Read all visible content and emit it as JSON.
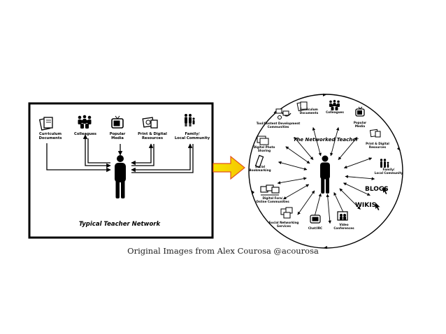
{
  "left_diagram": {
    "title": "Typical Teacher Network",
    "nodes": [
      {
        "label_lines": [
          "Curriculum",
          "Documents"
        ],
        "icon": "documents-icon"
      },
      {
        "label_lines": [
          "Colleagues"
        ],
        "icon": "colleagues-icon"
      },
      {
        "label_lines": [
          "Popular",
          "Media"
        ],
        "icon": "tv-icon"
      },
      {
        "label_lines": [
          "Print & Digital",
          "Resources"
        ],
        "icon": "print-resources-icon"
      },
      {
        "label_lines": [
          "Family/",
          "Local Community"
        ],
        "icon": "family-icon"
      }
    ]
  },
  "right_diagram": {
    "title": "The Networked Teacher",
    "nodes": [
      {
        "label_lines": [
          "Curriculum",
          "Documents"
        ],
        "icon": "documents-icon"
      },
      {
        "label_lines": [
          "Colleagues"
        ],
        "icon": "colleagues-icon"
      },
      {
        "label_lines": [
          "Popular",
          "Media"
        ],
        "icon": "tv-icon"
      },
      {
        "label_lines": [
          "Print & Digital",
          "Resources"
        ],
        "icon": "print-resources-icon"
      },
      {
        "label_lines": [
          "Family/",
          "Local Community"
        ],
        "icon": "family-icon"
      },
      {
        "label_lines": [
          "BLOGS"
        ],
        "icon": "blogs-text"
      },
      {
        "label_lines": [
          "WIKIS"
        ],
        "icon": "wikis-text"
      },
      {
        "label_lines": [
          "Video",
          "Conferences"
        ],
        "icon": "video-conference-icon"
      },
      {
        "label_lines": [
          "Chat/IRC"
        ],
        "icon": "chat-icon"
      },
      {
        "label_lines": [
          "Social Networking",
          "Services"
        ],
        "icon": "social-network-icon"
      },
      {
        "label_lines": [
          "Digital Fora/",
          "Online Communities"
        ],
        "icon": "computers-icon"
      },
      {
        "label_lines": [
          "Social",
          "Bookmarking"
        ],
        "icon": "bookmark-icon"
      },
      {
        "label_lines": [
          "Digital Photo",
          "Sharing"
        ],
        "icon": "photo-icon"
      },
      {
        "label_lines": [
          "Tool/Content Development",
          "Communities"
        ],
        "icon": "tools-icon"
      }
    ]
  },
  "caption": "Original Images from Alex Courosa @acourosa",
  "colors": {
    "line": "#000000",
    "arrow_fill": "#f2d600",
    "arrow_edge": "#e0531f",
    "caption": "#222222"
  }
}
